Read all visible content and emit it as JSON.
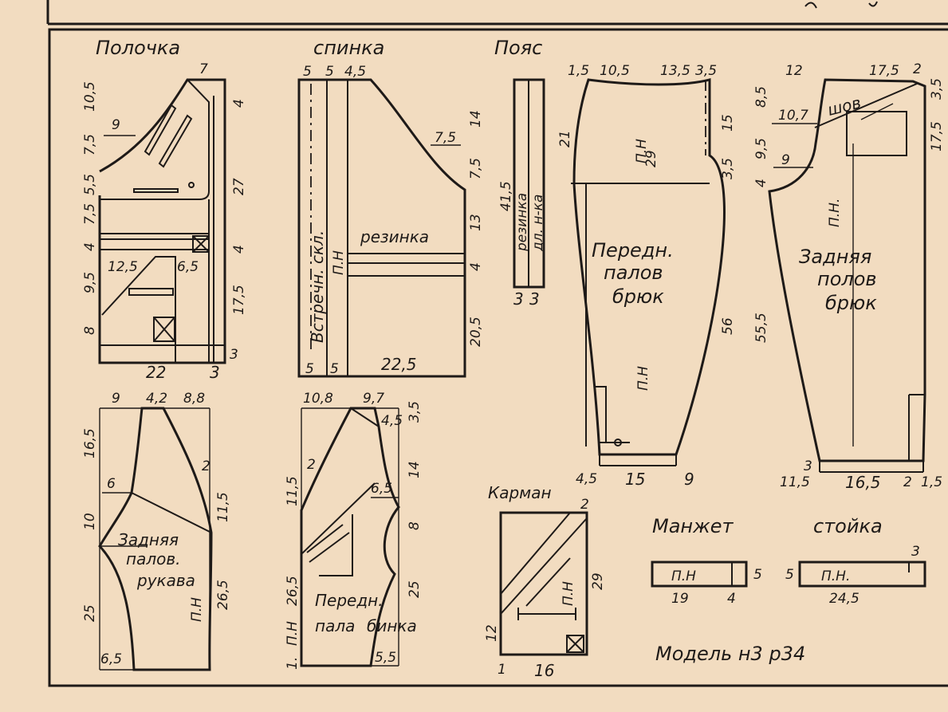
{
  "colors": {
    "paper": "#f2dcc0",
    "ink": "#1e1a18"
  },
  "pieces": {
    "polochka": {
      "title": "Полочка",
      "dims": [
        "7",
        "10,5",
        "9",
        "7,5",
        "5,5",
        "7,5",
        "4",
        "9,5",
        "8",
        "12,5",
        "6,5",
        "4",
        "27",
        "4",
        "17,5",
        "3",
        "22",
        "3"
      ]
    },
    "spinka": {
      "title": "спинка",
      "dims": [
        "5",
        "5",
        "4,5",
        "7,5",
        "14",
        "7,5",
        "13",
        "4",
        "20,5",
        "5",
        "5",
        "22,5"
      ],
      "labels": [
        "Встречн. скл.",
        "П.Н",
        "резинка"
      ]
    },
    "poyas": {
      "title": "Пояс",
      "dims": [
        "41,5",
        "3",
        "3"
      ],
      "labels": [
        "резинка",
        "дл. н-ка"
      ]
    },
    "perednyaya_bryuk": {
      "dims": [
        "1,5",
        "10,5",
        "13,5",
        "3,5",
        "21",
        "15",
        "3,5",
        "29",
        "56",
        "4,5",
        "15",
        "9"
      ],
      "labels": [
        "П.Н",
        "П.Н",
        "Передн.",
        "палов",
        "брюк"
      ]
    },
    "zadnyaya_bryuk": {
      "dims": [
        "12",
        "17,5",
        "2",
        "3,5",
        "8,5",
        "10,7",
        "17,5",
        "4",
        "9,5",
        "9",
        "55,5",
        "3",
        "11,5",
        "16,5",
        "2",
        "1,5"
      ],
      "labels": [
        "шов",
        "П.Н.",
        "Задняя",
        "полов",
        "брюк"
      ]
    },
    "zadnyaya_rukava": {
      "dims": [
        "9",
        "4,2",
        "8,8",
        "16,5",
        "6",
        "2",
        "10",
        "11,5",
        "25",
        "26,5",
        "6,5"
      ],
      "labels": [
        "Задняя",
        "палов.",
        "рукава",
        "П.Н"
      ]
    },
    "perednyaya_rukava": {
      "dims": [
        "10,8",
        "9,7",
        "4,5",
        "3,5",
        "14",
        "2",
        "11,5",
        "6,5",
        "8",
        "26,5",
        "25",
        "1.",
        "5,5"
      ],
      "labels": [
        "П.Н",
        "Передн.",
        "пала",
        "бинка"
      ]
    },
    "karman": {
      "title": "Карман",
      "dims": [
        "2",
        "29",
        "12",
        "1",
        "16"
      ],
      "labels": [
        "П.Н"
      ]
    },
    "manzhet": {
      "title": "Манжет",
      "dims": [
        "5",
        "19",
        "4"
      ],
      "labels": [
        "П.Н"
      ]
    },
    "stoyka": {
      "title": "стойка",
      "dims": [
        "3",
        "5",
        "24,5"
      ],
      "labels": [
        "П.Н."
      ]
    }
  },
  "model_note": "Модель н3 р34"
}
